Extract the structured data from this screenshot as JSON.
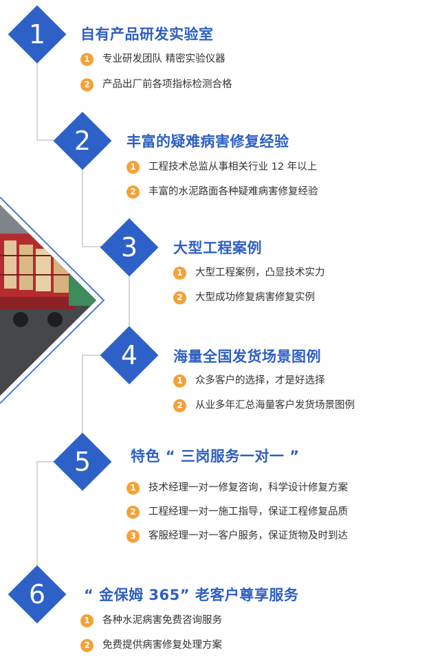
{
  "colors": {
    "accent": "#2d61c8",
    "title": "#2d5fc4",
    "bullet": "#f5a136",
    "text": "#333333",
    "connector": "#c8c8c8"
  },
  "sections": [
    {
      "number": "1",
      "title": "自有产品研发实验室",
      "items": [
        {
          "num": "1",
          "text": "专业研发团队 精密实验仪器"
        },
        {
          "num": "2",
          "text": "产品出厂前各项指标检测合格"
        }
      ]
    },
    {
      "number": "2",
      "title": "丰富的疑难病害修复经验",
      "items": [
        {
          "num": "1",
          "text": "工程技术总监从事相关行业 12 年以上"
        },
        {
          "num": "2",
          "text": "丰富的水泥路面各种疑难病害修复经验"
        }
      ]
    },
    {
      "number": "3",
      "title": "大型工程案例",
      "items": [
        {
          "num": "1",
          "text": "大型工程案例，凸显技术实力"
        },
        {
          "num": "2",
          "text": "大型成功修复病害修复实例"
        }
      ]
    },
    {
      "number": "4",
      "title": "海量全国发货场景图例",
      "items": [
        {
          "num": "1",
          "text": "众多客户的选择，才是好选择"
        },
        {
          "num": "2",
          "text": "从业多年汇总海量客户发货场景图例"
        }
      ]
    },
    {
      "number": "5",
      "title": "特色 “ 三岗服务一对一 ”",
      "items": [
        {
          "num": "1",
          "text": "技术经理一对一修复咨询，科学设计修复方案"
        },
        {
          "num": "2",
          "text": "工程经理一对一施工指导，保证工程修复品质"
        },
        {
          "num": "3",
          "text": "客服经理一对一客户服务，保证货物及时到达"
        }
      ]
    },
    {
      "number": "6",
      "title": "“ 金保姆 365” 老客户尊享服务",
      "items": [
        {
          "num": "1",
          "text": "各种水泥病害免费咨询服务"
        },
        {
          "num": "2",
          "text": "免费提供病害修复处理方案"
        }
      ]
    }
  ]
}
